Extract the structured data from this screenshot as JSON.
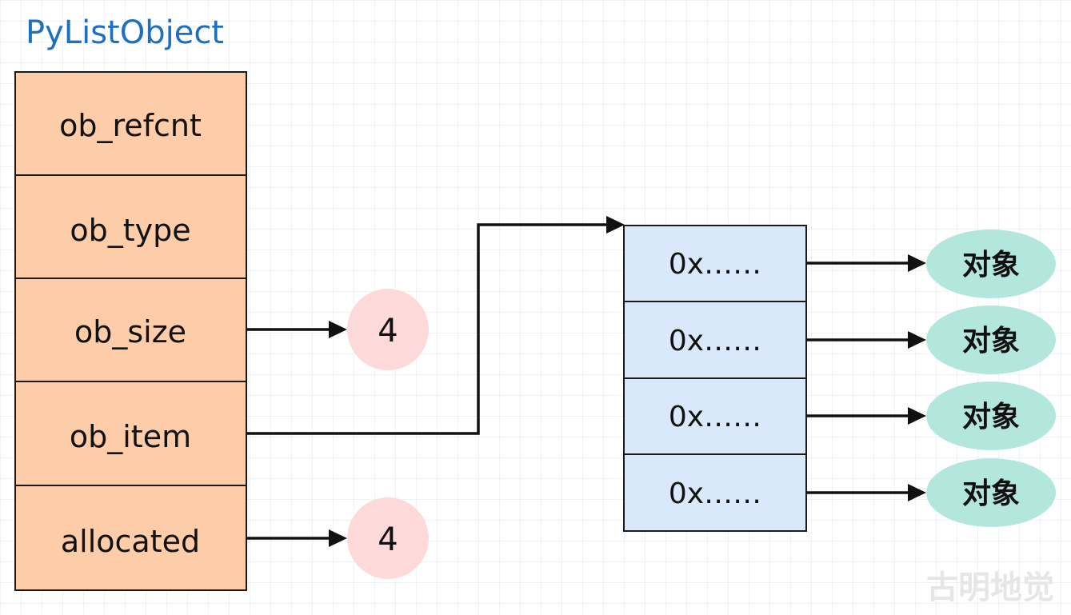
{
  "title": "PyListObject",
  "fields": [
    {
      "label": "ob_refcnt"
    },
    {
      "label": "ob_type"
    },
    {
      "label": "ob_size",
      "value": "4"
    },
    {
      "label": "ob_item"
    },
    {
      "label": "allocated",
      "value": "4"
    }
  ],
  "item_array": [
    {
      "label": "0x……",
      "object": "对象"
    },
    {
      "label": "0x……",
      "object": "对象"
    },
    {
      "label": "0x……",
      "object": "对象"
    },
    {
      "label": "0x……",
      "object": "对象"
    }
  ],
  "watermark": "古明地觉",
  "colors": {
    "title": "#1f6fc0",
    "field_fill": "#fdcca8",
    "cell_fill": "#dae8fc",
    "value_fill": "#fddad9",
    "object_fill": "#b3e6dc"
  }
}
